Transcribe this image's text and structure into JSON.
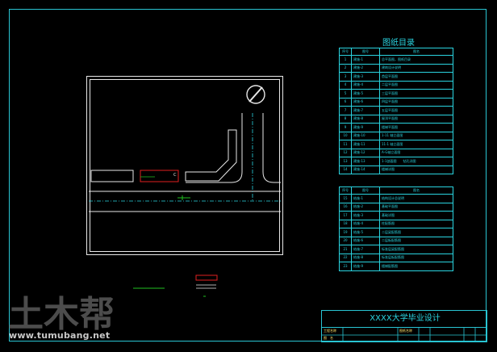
{
  "toc": {
    "title": "图纸目录",
    "headers": [
      "序号",
      "图号",
      "图名"
    ],
    "arch_rows": [
      [
        "1",
        "建施-1",
        "总平面图，图纸目录"
      ],
      [
        "2",
        "建施-2",
        "建筑设计说明"
      ],
      [
        "3",
        "建施-3",
        "首层平面图"
      ],
      [
        "4",
        "建施-4",
        "二层平面图"
      ],
      [
        "5",
        "建施-5",
        "三层平面图"
      ],
      [
        "6",
        "建施-6",
        "四层平面图"
      ],
      [
        "7",
        "建施-7",
        "五层平面图"
      ],
      [
        "8",
        "建施-8",
        "屋顶平面图"
      ],
      [
        "9",
        "建施-9",
        "楼梯平面图"
      ],
      [
        "10",
        "建施-10",
        "1-11 轴立面图"
      ],
      [
        "11",
        "建施-11",
        "11-1 轴立面图"
      ],
      [
        "12",
        "建施-12",
        "A-G轴立面图"
      ],
      [
        "13",
        "建施-13",
        "1-1剖面图　　钻孔详图"
      ],
      [
        "14",
        "建施-14",
        "楼梯详图"
      ]
    ],
    "struct_rows": [
      [
        "15",
        "结施-1",
        "结构设计总说明"
      ],
      [
        "16",
        "结施-2",
        "基础平面图"
      ],
      [
        "17",
        "结施-3",
        "基础详图"
      ],
      [
        "18",
        "结施-4",
        "柱配筋图"
      ],
      [
        "19",
        "结施-5",
        "二层梁配筋图"
      ],
      [
        "20",
        "结施-6",
        "二层板配筋图"
      ],
      [
        "21",
        "结施-7",
        "标准层梁配筋图"
      ],
      [
        "22",
        "结施-8",
        "标准层板配筋图"
      ],
      [
        "23",
        "结施-9",
        "楼梯配筋图"
      ]
    ]
  },
  "title_block": {
    "title": "XXXX大学毕业设计",
    "project_label": "工程名称",
    "drawing_label": "图　名",
    "sheet_label": "图纸名称"
  },
  "site_plan": {
    "north_icon": "north-arrow-icon"
  },
  "watermark": {
    "logo_text": "土木帮",
    "url": "www.tumubang.net"
  },
  "colors": {
    "background": "#000000",
    "cyan": "#2ad4e0",
    "white": "#e8e8e8",
    "red": "#e02020",
    "green": "#20c020",
    "yellow": "#ffe36b"
  }
}
